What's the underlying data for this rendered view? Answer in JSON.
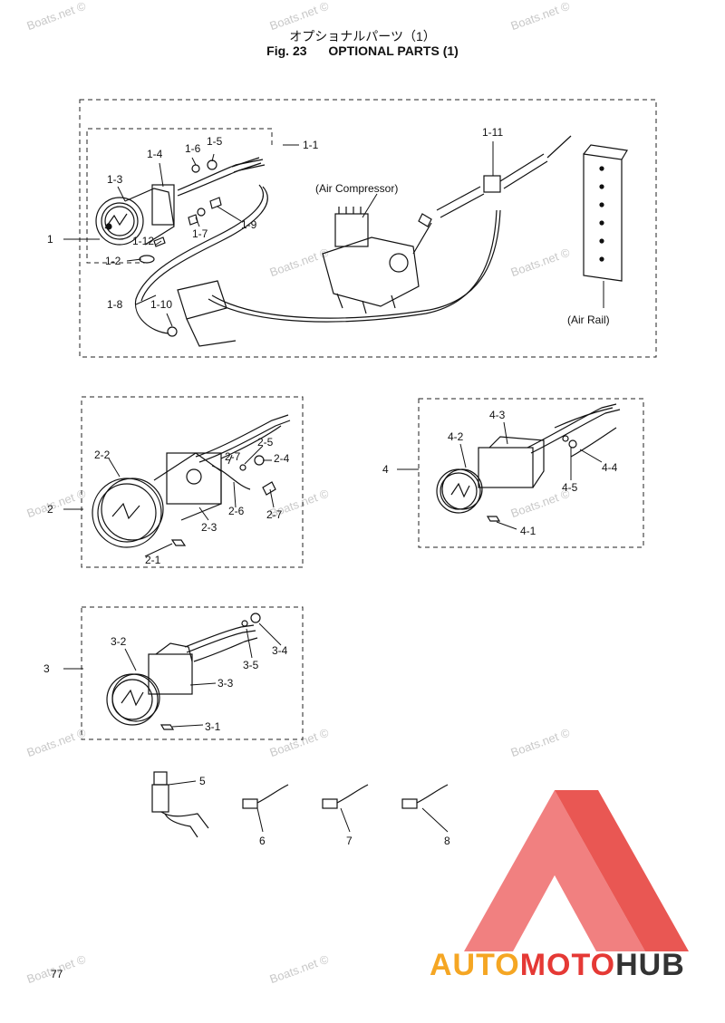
{
  "header": {
    "title_jp": "オプショナルパーツ（1）",
    "fig": "Fig. 23",
    "title_en": "OPTIONAL PARTS (1)"
  },
  "page_number": "77",
  "watermark": "Boats.net ©",
  "brand": {
    "part1": "AUTO",
    "part2": "MOTO",
    "part3": "HUB",
    "colors": {
      "part1": "#f5a623",
      "part2": "#e53935",
      "part3": "#333333"
    }
  },
  "callouts": {
    "air_compressor": "(Air Compressor)",
    "air_rail": "(Air Rail)",
    "p1": "1",
    "p1_1": "1-1",
    "p1_2": "1-2",
    "p1_3": "1-3",
    "p1_4": "1-4",
    "p1_5": "1-5",
    "p1_6": "1-6",
    "p1_7": "1-7",
    "p1_8": "1-8",
    "p1_9": "1-9",
    "p1_10": "1-10",
    "p1_11": "1-11",
    "p1_12": "1-12",
    "p2": "2",
    "p2_1": "2-1",
    "p2_2": "2-2",
    "p2_3": "2-3",
    "p2_4": "2-4",
    "p2_5": "2-5",
    "p2_6": "2-6",
    "p2_7a": "2-7",
    "p2_7b": "2-7",
    "p3": "3",
    "p3_1": "3-1",
    "p3_2": "3-2",
    "p3_3": "3-3",
    "p3_4": "3-4",
    "p3_5": "3-5",
    "p4": "4",
    "p4_1": "4-1",
    "p4_2": "4-2",
    "p4_3": "4-3",
    "p4_4": "4-4",
    "p4_5": "4-5",
    "p5": "5",
    "p6": "6",
    "p7": "7",
    "p8": "8"
  }
}
